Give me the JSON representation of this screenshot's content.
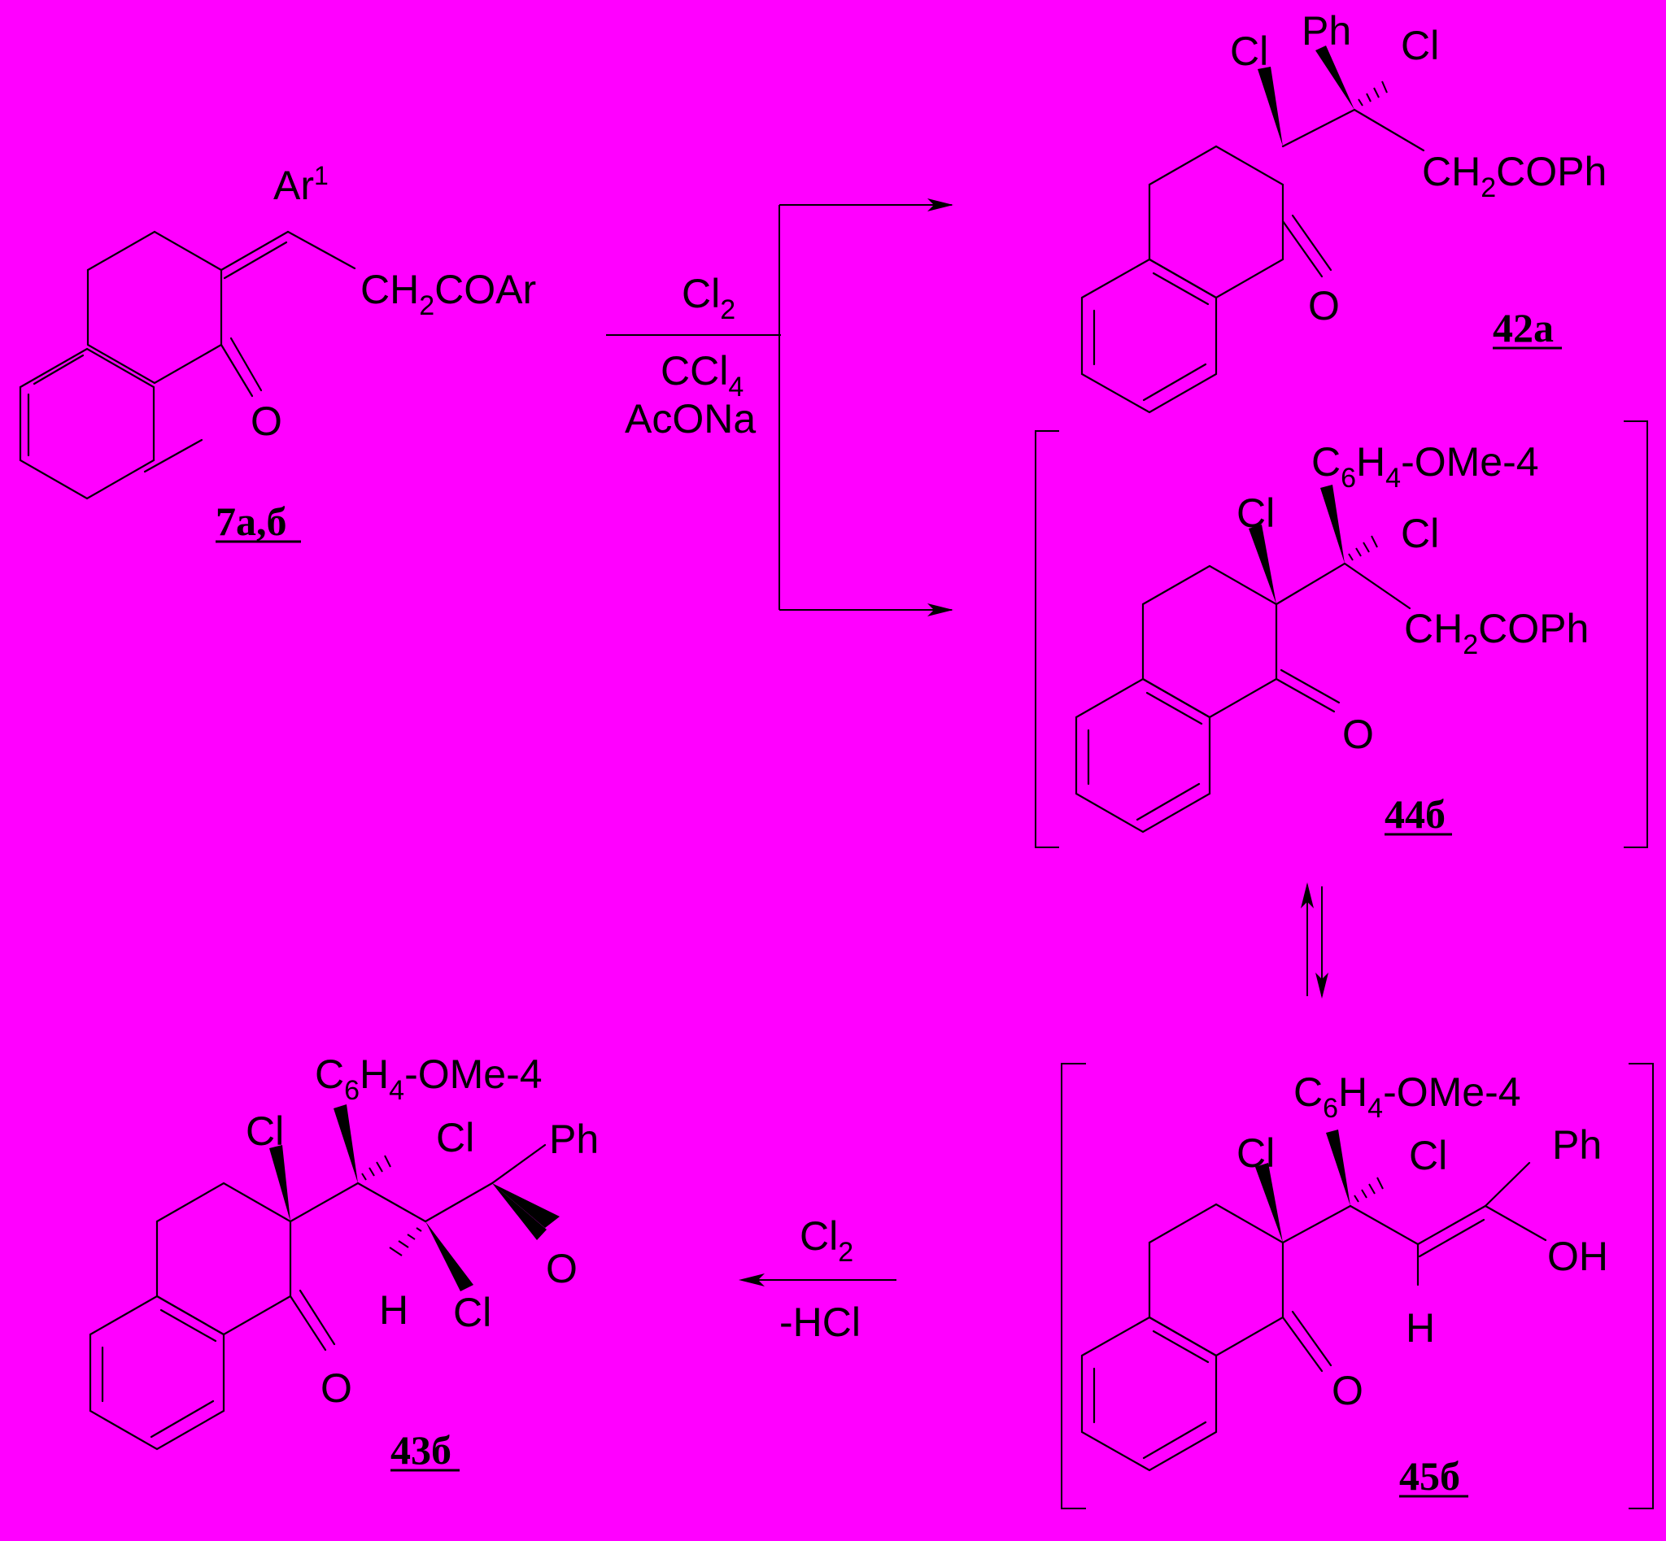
{
  "reagents": {
    "top_line1": "Cl",
    "top_line1_sub": "2",
    "top_line2": "CCl",
    "top_line2_sub": "4",
    "top_line3": "AcONa",
    "bottom_line1": "Cl",
    "bottom_line1_sub": "2",
    "bottom_line2": "-HCl"
  },
  "compounds": {
    "c7": {
      "id": "7а,б",
      "ar_main": "Ar",
      "ar_sup": "1",
      "chain_a": "CH",
      "chain_sub": "2",
      "chain_b": "COAr",
      "oxygen": "O"
    },
    "c42a": {
      "id": "42а",
      "cl1": "Cl",
      "ph": "Ph",
      "cl2": "Cl",
      "chain_a": "CH",
      "chain_sub": "2",
      "chain_b": "COPh",
      "oxygen": "O"
    },
    "c44b": {
      "id": "44б",
      "aryl_a": "C",
      "aryl_sub1": "6",
      "aryl_b": "H",
      "aryl_sub2": "4",
      "aryl_c": "-OMe-4",
      "cl1": "Cl",
      "cl2": "Cl",
      "chain_a": "CH",
      "chain_sub": "2",
      "chain_b": "COPh",
      "oxygen": "O"
    },
    "c45b": {
      "id": "45б",
      "aryl_a": "C",
      "aryl_sub1": "6",
      "aryl_b": "H",
      "aryl_sub2": "4",
      "aryl_c": "-OMe-4",
      "cl1": "Cl",
      "cl2": "Cl",
      "ph": "Ph",
      "oh": "OH",
      "h": "H",
      "oxygen": "O"
    },
    "c43b": {
      "id": "43б",
      "aryl_a": "C",
      "aryl_sub1": "6",
      "aryl_b": "H",
      "aryl_sub2": "4",
      "aryl_c": "-OMe-4",
      "cl1": "Cl",
      "cl2": "Cl",
      "cl3": "Cl",
      "ph": "Ph",
      "h": "H",
      "oxygen1": "O",
      "oxygen2": "O"
    }
  }
}
